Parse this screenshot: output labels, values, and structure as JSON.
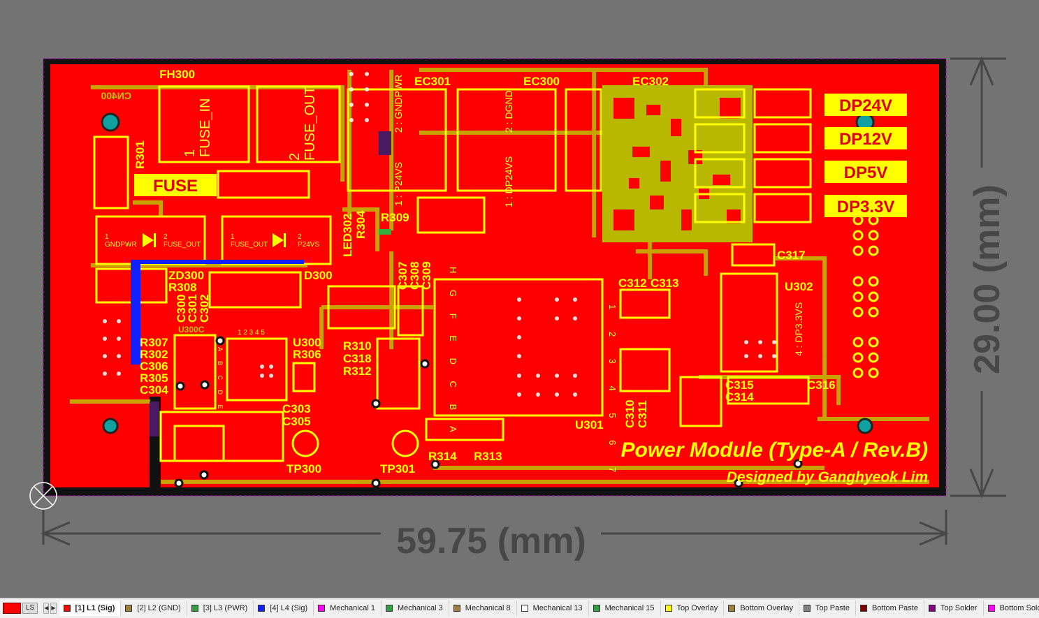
{
  "dimensions": {
    "width_label": "59.75 (mm)",
    "height_label": "29.00 (mm)"
  },
  "board": {
    "title": "Power Module (Type-A / Rev.B)",
    "subtitle": "Designed by Ganghyeok Lim",
    "silk_colors": {
      "copper": "#ff0000",
      "overlay": "#ffff00",
      "trace": "#bfbf00"
    }
  },
  "output_tags": [
    "DP24V",
    "DP12V",
    "DP5V",
    "DP3.3V"
  ],
  "fuse_tag": "FUSE",
  "designators": {
    "fh300": "FH300",
    "cn400": "CN400",
    "r301": "R301",
    "ec301": "EC301",
    "ec300": "EC300",
    "ec302": "EC302",
    "led302": "LED302",
    "r304": "R304",
    "r309": "R309",
    "zd300": "ZD300",
    "r308": "R308",
    "d300": "D300",
    "c300": "C300",
    "c301": "C301",
    "c302": "C302",
    "u300c": "U300C",
    "r307": "R307",
    "r302": "R302",
    "c306": "C306",
    "r305": "R305",
    "c304": "C304",
    "u300": "U300",
    "r306": "R306",
    "c303": "C303",
    "c305": "C305",
    "tp300": "TP300",
    "tp301": "TP301",
    "c307": "C307",
    "c308": "C308",
    "c309": "C309",
    "r310": "R310",
    "c318": "C318",
    "r312": "R312",
    "r314": "R314",
    "r313": "R313",
    "u301": "U301",
    "c312": "C312",
    "c313": "C313",
    "c310": "C310",
    "c311": "C311",
    "c317": "C317",
    "u302": "U302",
    "c315": "C315",
    "c314": "C314",
    "c316": "C316"
  },
  "pin_labels": {
    "fuse_in": "1\nFUSE_IN",
    "fuse_out": "2\nFUSE_OUT",
    "gndpwr_a": "1\nGNDPWR",
    "fuse_out_a": "2\nFUSE_OUT",
    "fuse_out_b": "1\nFUSE_OUT",
    "p24vs_b": "2\nP24VS",
    "r_gndpwr": "2 : GNDPWR",
    "r_p24vs": "1 : P24VS",
    "r_dgnd": "2 : DGND",
    "r_dp24vs": "1 : DP24VS",
    "u_row": "H G F E D C B A",
    "pin_nums": "1 2 3 4 5",
    "u301_side": "1 2 3 4 5 6 7",
    "u300_side": "A B C D E",
    "dp33vs": "4 : DP3.3VS"
  },
  "layer_tabs": [
    {
      "label": "[1] L1 (Sig)",
      "color": "#ff0000",
      "active": true
    },
    {
      "label": "[2] L2 (GND)",
      "color": "#a08040",
      "active": false
    },
    {
      "label": "[3] L3 (PWR)",
      "color": "#30a040",
      "active": false
    },
    {
      "label": "[4] L4 (Sig)",
      "color": "#1020ff",
      "active": false
    },
    {
      "label": "Mechanical 1",
      "color": "#ff00ff",
      "active": false
    },
    {
      "label": "Mechanical 3",
      "color": "#30a040",
      "active": false
    },
    {
      "label": "Mechanical 8",
      "color": "#a08040",
      "active": false
    },
    {
      "label": "Mechanical 13",
      "color": "#ffffff",
      "active": false
    },
    {
      "label": "Mechanical 15",
      "color": "#30a040",
      "active": false
    },
    {
      "label": "Top Overlay",
      "color": "#ffff00",
      "active": false
    },
    {
      "label": "Bottom Overlay",
      "color": "#a08040",
      "active": false
    },
    {
      "label": "Top Paste",
      "color": "#808080",
      "active": false
    },
    {
      "label": "Bottom Paste",
      "color": "#800000",
      "active": false
    },
    {
      "label": "Top Solder",
      "color": "#800080",
      "active": false
    },
    {
      "label": "Bottom Solder",
      "color": "#ff00ff",
      "active": false
    }
  ],
  "layer_set_label": "LS"
}
